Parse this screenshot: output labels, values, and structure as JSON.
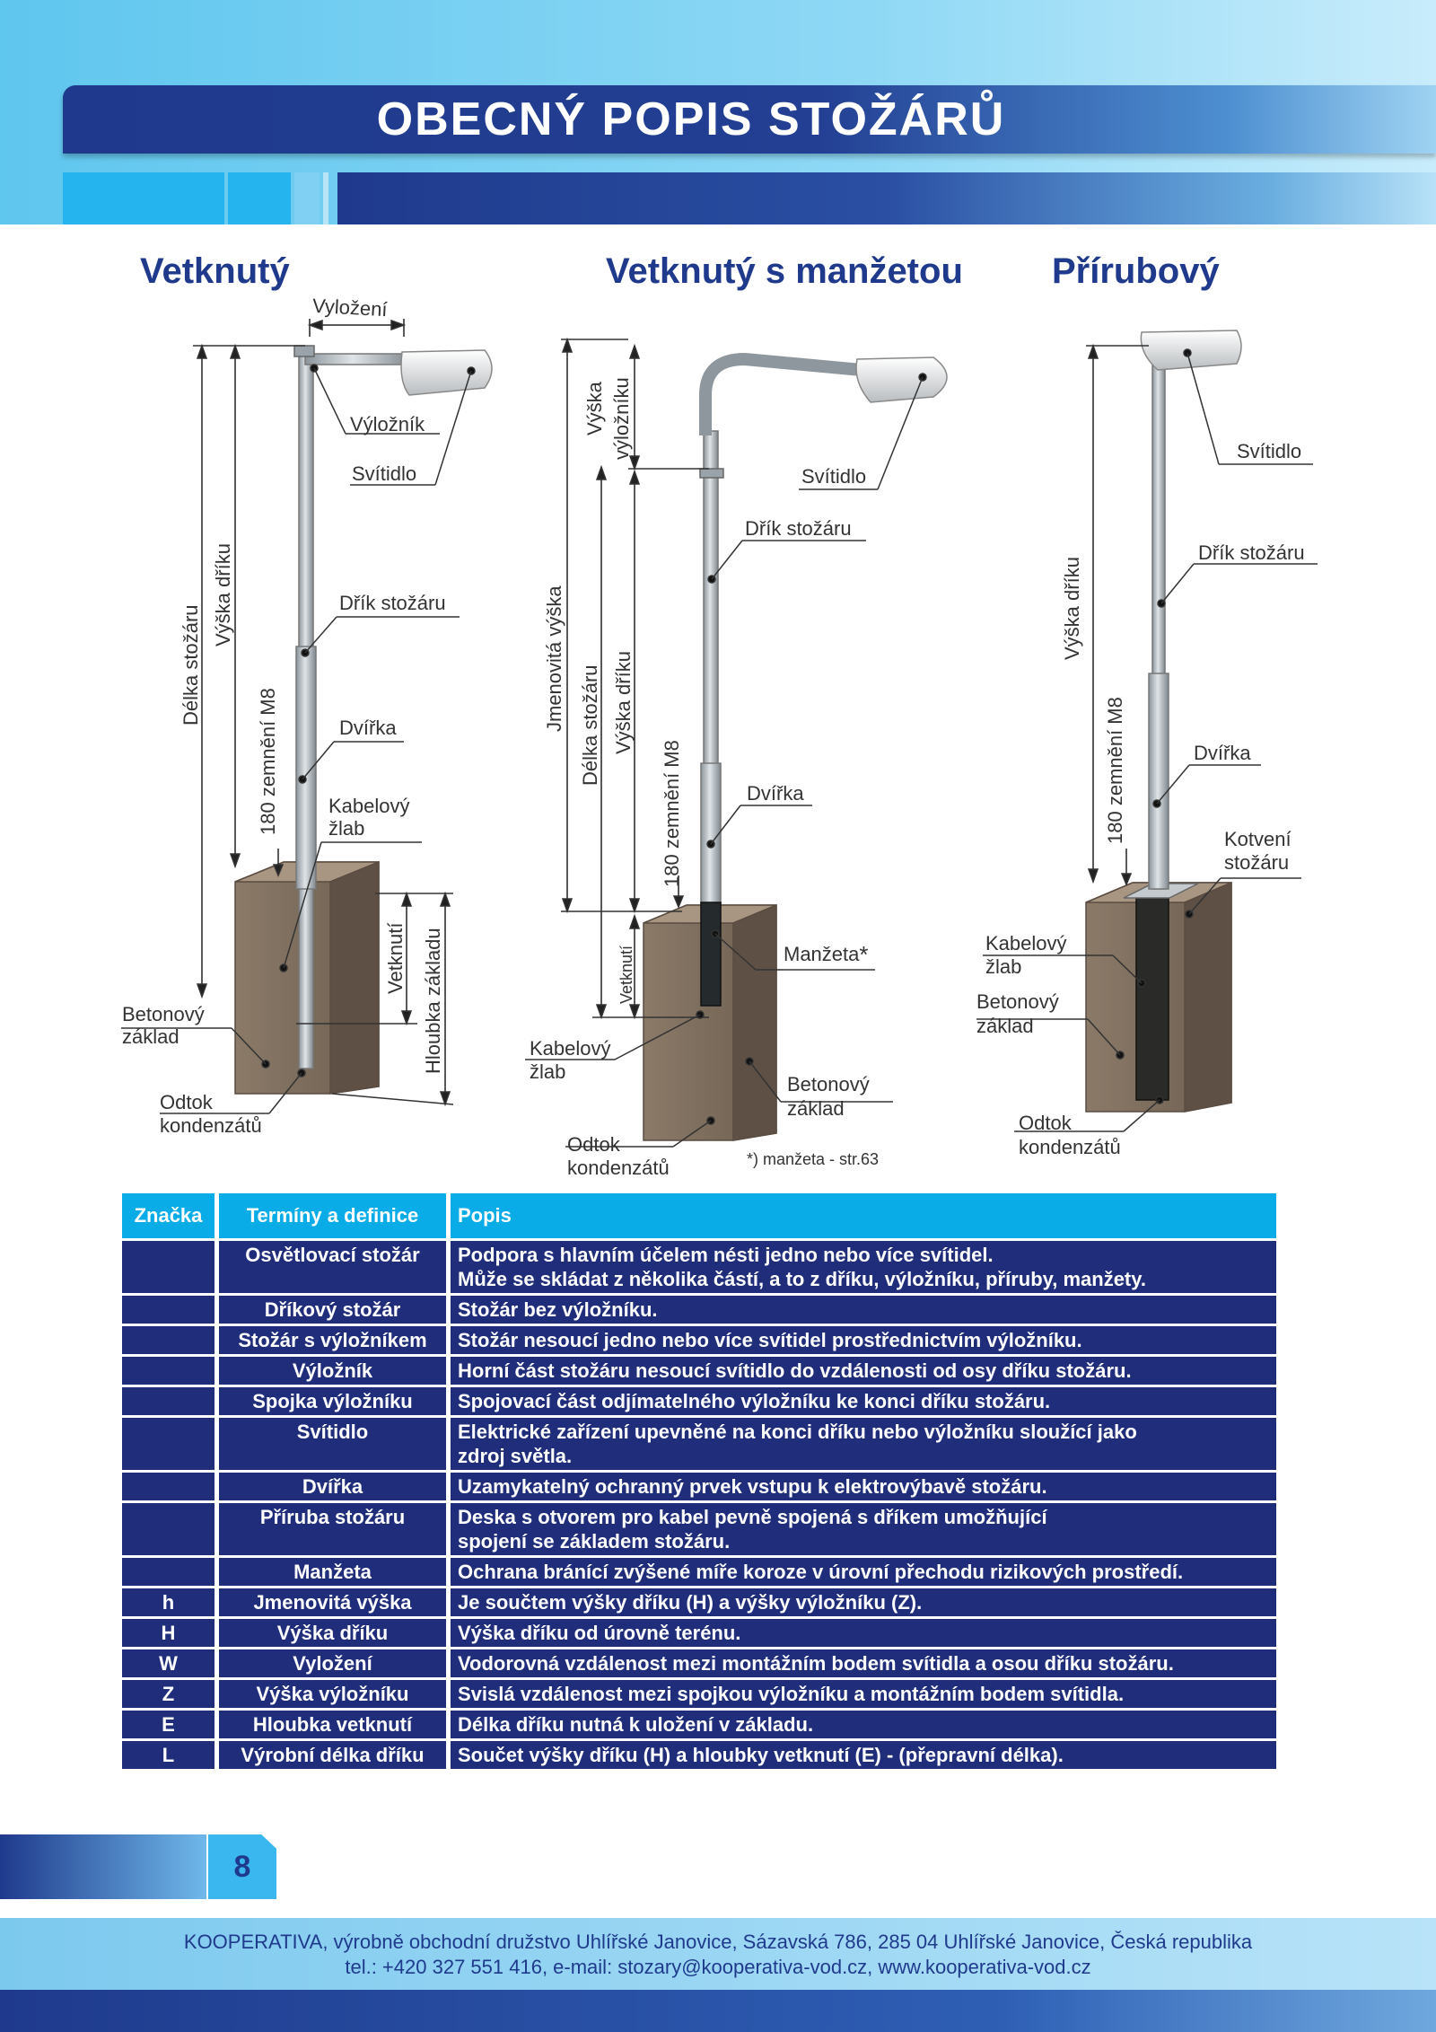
{
  "header": {
    "title": "OBECNÝ POPIS STOŽÁRŮ"
  },
  "diagrams": {
    "vetknuty": {
      "title": "Vetknutý",
      "vylozeni": "Vyložení",
      "vyloznik": "Výložník",
      "svitidlo": "Svítidlo",
      "drik": "Dřík stožáru",
      "dvirka": "Dvířka",
      "kabelovy": "Kabelový",
      "zlab": "žlab",
      "betonovy": "Betonový",
      "zaklad": "základ",
      "odtok": "Odtok",
      "kondenzatu": "kondenzátů",
      "delka": "Délka stožáru",
      "vyska_driku": "Výška dříku",
      "zemneni": "180  zemnění M8",
      "vetknuti": "Vetknutí",
      "hloubka": "Hloubka základu"
    },
    "manzeta": {
      "title": "Vetknutý s manžetou",
      "vyska_vyl_1": "Výška",
      "vyska_vyl_2": "výložníku",
      "svitidlo": "Svítidlo",
      "drik": "Dřík stožáru",
      "jmenovita": "Jmenovitá výška",
      "delka": "Délka stožáru",
      "vyska_driku": "Výška dříku",
      "zemneni": "180  zemnění M8",
      "dvirka": "Dvířka",
      "vetknuti": "Vetknutí",
      "manzeta": "Manžeta",
      "star": "*",
      "kabelovy": "Kabelový",
      "zlab": "žlab",
      "betonovy": "Betonový",
      "zaklad": "základ",
      "odtok": "Odtok",
      "kondenzatu": "kondenzátů",
      "note": "*) manžeta - str.63"
    },
    "prirubovy": {
      "title": "Přírubový",
      "svitidlo": "Svítidlo",
      "drik": "Dřík stožáru",
      "vyska_driku": "Výška dříku",
      "zemneni": "180  zemnění M8",
      "dvirka": "Dvířka",
      "kotveni_1": "Kotvení",
      "kotveni_2": "stožáru",
      "kabelovy": "Kabelový",
      "zlab": "žlab",
      "betonovy": "Betonový",
      "zaklad": "základ",
      "odtok": "Odtok",
      "kondenzatu": "kondenzátů"
    }
  },
  "table": {
    "headers": [
      "Značka",
      "Termíny a definice",
      "Popis"
    ],
    "rows": [
      {
        "mark": "",
        "term": "Osvětlovací stožár",
        "desc1": "Podpora s hlavním účelem nésti jedno nebo více svítidel.",
        "desc2": "Může se skládat z několika částí, a to z dříku, výložníku, příruby, manžety."
      },
      {
        "mark": "",
        "term": "Dříkový stožár",
        "desc1": "Stožár bez výložníku.",
        "desc2": ""
      },
      {
        "mark": "",
        "term": "Stožár s výložníkem",
        "desc1": "Stožár nesoucí jedno nebo více svítidel prostřednictvím výložníku.",
        "desc2": ""
      },
      {
        "mark": "",
        "term": "Výložník",
        "desc1": "Horní část stožáru nesoucí svítidlo do vzdálenosti od osy dříku stožáru.",
        "desc2": ""
      },
      {
        "mark": "",
        "term": "Spojka výložníku",
        "desc1": "Spojovací část odjímatelného výložníku ke konci dříku stožáru.",
        "desc2": ""
      },
      {
        "mark": "",
        "term": "Svítidlo",
        "desc1": "Elektrické zařízení upevněné na konci dříku nebo výložníku sloužící jako",
        "desc2": "zdroj světla."
      },
      {
        "mark": "",
        "term": "Dvířka",
        "desc1": "Uzamykatelný ochranný prvek vstupu k elektrovýbavě stožáru.",
        "desc2": ""
      },
      {
        "mark": "",
        "term": "Příruba stožáru",
        "desc1": "Deska s otvorem pro kabel pevně spojená s dříkem umožňující",
        "desc2": "spojení se základem stožáru."
      },
      {
        "mark": "",
        "term": "Manžeta",
        "desc1": "Ochrana bránící zvýšené míře koroze v úrovní přechodu rizikových prostředí.",
        "desc2": ""
      },
      {
        "mark": "h",
        "term": "Jmenovitá výška",
        "desc1": "Je součtem výšky dříku (H) a výšky výložníku (Z).",
        "desc2": ""
      },
      {
        "mark": "H",
        "term": "Výška dříku",
        "desc1": "Výška dříku od úrovně terénu.",
        "desc2": ""
      },
      {
        "mark": "W",
        "term": "Vyložení",
        "desc1": "Vodorovná vzdálenost mezi montážním bodem svítidla a osou dříku stožáru.",
        "desc2": ""
      },
      {
        "mark": "Z",
        "term": "Výška výložníku",
        "desc1": "Svislá vzdálenost mezi spojkou výložníku a montážním bodem svítidla.",
        "desc2": ""
      },
      {
        "mark": "E",
        "term": "Hloubka vetknutí",
        "desc1": "Délka dříku nutná k uložení v základu.",
        "desc2": ""
      },
      {
        "mark": "L",
        "term": "Výrobní délka dříku",
        "desc1": "Součet výšky dříku (H) a hloubky vetknutí (E) - (přepravní délka).",
        "desc2": ""
      }
    ]
  },
  "footer": {
    "page_number": "8",
    "line1": "KOOPERATIVA, výrobně obchodní družstvo Uhlířské Janovice, Sázavská 786, 285 04 Uhlířské Janovice, Česká republika",
    "line2": "tel.: +420 327 551 416, e-mail: stozary@kooperativa-vod.cz, www.kooperativa-vod.cz"
  }
}
